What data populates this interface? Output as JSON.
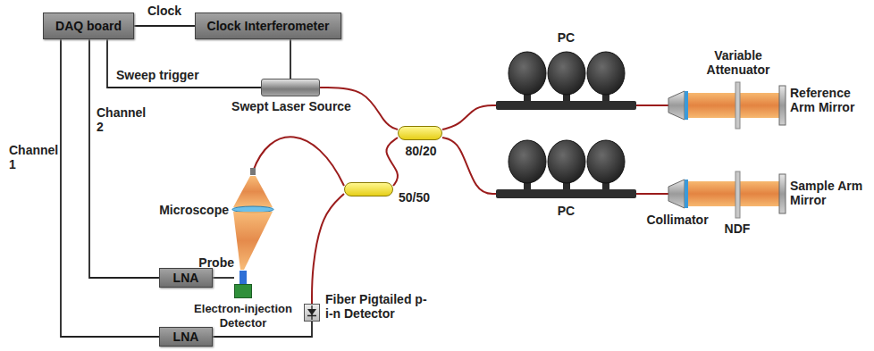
{
  "diagram": {
    "nodes": [
      {
        "text": [
          "DAQ board"
        ]
      },
      {
        "text": [
          "Clock Interferometer"
        ]
      },
      {
        "text": [
          "Swept Laser Source"
        ]
      },
      {
        "text": [
          "80/20"
        ]
      },
      {
        "text": [
          "50/50"
        ]
      },
      {
        "text": [
          "PC"
        ]
      },
      {
        "text": [
          "PC"
        ]
      },
      {
        "text": [
          "LNA"
        ]
      },
      {
        "text": [
          "LNA"
        ]
      },
      {
        "text": [
          "Fiber Pigtailed p-i-n Detector"
        ]
      },
      {
        "text": [
          "Electron-injection Detector"
        ]
      }
    ],
    "edges": [
      {
        "from": 0,
        "to": 1,
        "arrow": "none",
        "label": "Clock"
      },
      {
        "from": 1,
        "to": 2,
        "arrow": "none"
      },
      {
        "from": 0,
        "to": 2,
        "arrow": "none",
        "label": "Sweep trigger"
      },
      {
        "from": 2,
        "to": 3,
        "arrow": "none"
      },
      {
        "from": 3,
        "to": 5,
        "arrow": "none"
      },
      {
        "from": 3,
        "to": 6,
        "arrow": "none"
      },
      {
        "from": 3,
        "to": 4,
        "arrow": "none"
      },
      {
        "from": 4,
        "to": 9,
        "arrow": "none"
      },
      {
        "from": 0,
        "to": 7,
        "arrow": "none",
        "label": "Channel 2"
      },
      {
        "from": 0,
        "to": 8,
        "arrow": "none",
        "label": "Channel 1"
      },
      {
        "from": 7,
        "to": 10,
        "arrow": "none"
      },
      {
        "from": 8,
        "to": 9,
        "arrow": "none"
      }
    ],
    "labels": [
      "Microscope",
      "Probe",
      "Collimator",
      "NDF",
      "Variable Attenuator",
      "Reference Arm Mirror",
      "Sample Arm Mirror"
    ]
  }
}
